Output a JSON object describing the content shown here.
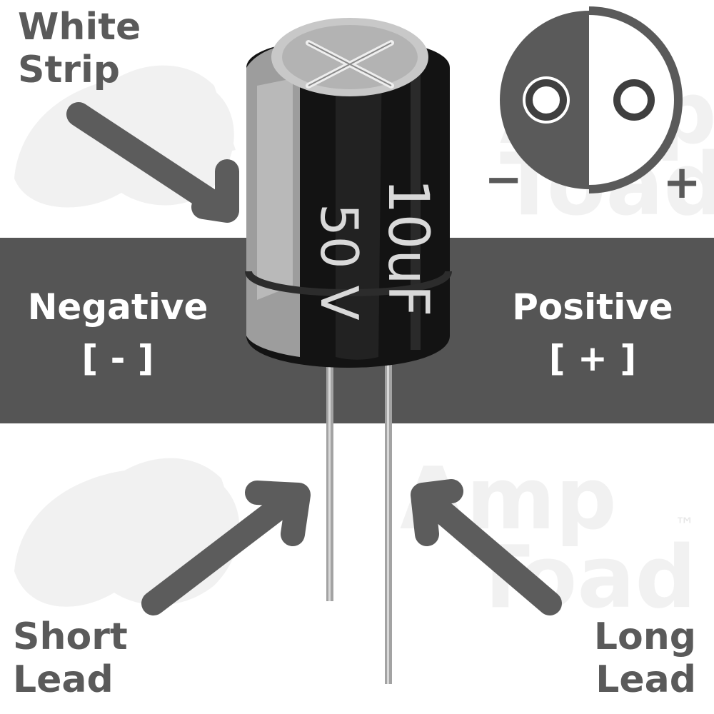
{
  "colors": {
    "band": "#555555",
    "arrow": "#5c5c5c",
    "label_gray": "#5a5a5a",
    "label_white": "#ffffff",
    "watermark": "#f1f1f1",
    "capacitor_body": "#111111",
    "capacitor_strip": "#9a9a9a",
    "lead": "#9c9c9c"
  },
  "labels": {
    "white_strip_line1": "White",
    "white_strip_line2": "Strip",
    "negative": "Negative",
    "negative_bracket": "[ - ]",
    "positive": "Positive",
    "positive_bracket": "[ + ]",
    "short_line1": "Short",
    "short_line2": "Lead",
    "long_line1": "Long",
    "long_line2": "Lead"
  },
  "symbol": {
    "minus": "−",
    "plus": "+"
  },
  "capacitor": {
    "capacitance_text": "10uF",
    "voltage_text": "50 V"
  },
  "watermark": {
    "line1": "Amp",
    "line2": "Toad",
    "tm": "™"
  }
}
